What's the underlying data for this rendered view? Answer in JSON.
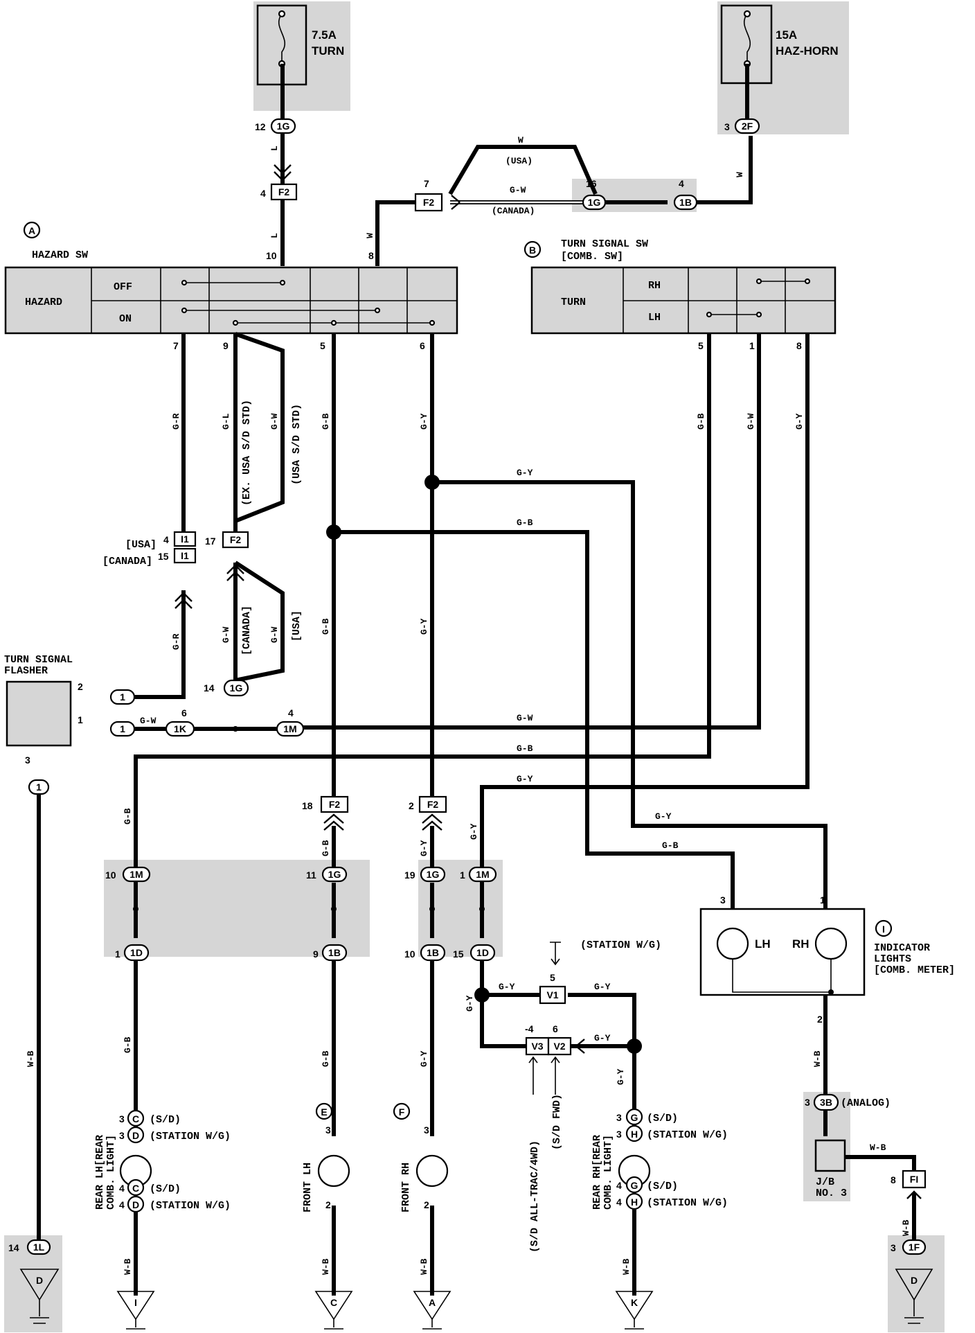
{
  "fuses": {
    "turn": {
      "rating": "7.5A",
      "name": "TURN"
    },
    "haz_horn": {
      "rating": "15A",
      "name": "HAZ-HORN"
    }
  },
  "components": {
    "hazard_sw": {
      "letter": "A",
      "title": "HAZARD SW",
      "label": "HAZARD",
      "pos_off": "OFF",
      "pos_on": "ON"
    },
    "turn_sw": {
      "letter": "B",
      "title": "TURN SIGNAL SW",
      "subtitle": "[COMB. SW]",
      "label": "TURN",
      "pos_rh": "RH",
      "pos_lh": "LH"
    },
    "flasher": {
      "title1": "TURN SIGNAL",
      "title2": "FLASHER"
    },
    "indicator": {
      "letter": "I",
      "title1": "INDICATOR",
      "title2": "LIGHTS",
      "title3": "[COMB. METER]",
      "lh": "LH",
      "rh": "RH"
    },
    "front_lh": {
      "letter": "E",
      "label": "FRONT LH"
    },
    "front_rh": {
      "letter": "F",
      "label": "FRONT RH"
    },
    "rear_lh": {
      "label1": "REAR LH[REAR",
      "label2": "COMB. LIGHT]"
    },
    "rear_rh": {
      "label1": "REAR RH[REAR",
      "label2": "COMB. LIGHT]"
    },
    "jb3": {
      "line1": "J/B",
      "line2": "NO. 3"
    }
  },
  "conditions": {
    "usa": "(USA)",
    "usa_b": "[USA]",
    "canada": "(CANADA)",
    "canada_b": "[CANADA]",
    "ex_usa_sd_std": "(EX. USA S/D STD)",
    "usa_sd_std": "(USA S/D STD)",
    "sd": "(S/D)",
    "station_wg": "(STATION W/G)",
    "analog": "(ANALOG)",
    "sd_alltrac": "(S/D ALL-TRAC/4WD)",
    "sd_fwd": "(S/D FWD)"
  },
  "wire_colors": {
    "l": "L",
    "w": "W",
    "gw": "G-W",
    "gr": "G-R",
    "gl": "G-L",
    "gb": "G-B",
    "gy": "G-Y",
    "wb": "W-B"
  },
  "connectors": {
    "c1g": "1G",
    "c2f": "2F",
    "cf2": "F2",
    "c1b": "1B",
    "ci1": "I1",
    "c1": "1",
    "c1k": "1K",
    "c1m": "1M",
    "c1d": "1D",
    "cv1": "V1",
    "cv2": "V2",
    "cv3": "V3",
    "cc": "C",
    "cd": "D",
    "cg": "G",
    "ch": "H",
    "c3b": "3B",
    "cfi": "FI",
    "c1f": "1F",
    "c1l": "1L"
  },
  "pins": {
    "p1": "1",
    "p2": "2",
    "p3": "3",
    "p4": "4",
    "p5": "5",
    "p6": "6",
    "p7": "7",
    "p8": "8",
    "p9": "9",
    "p10": "10",
    "p11": "11",
    "p12": "12",
    "p14": "14",
    "p15": "15",
    "p16": "16",
    "p17": "17",
    "p18": "18",
    "p19": "19",
    "pm4": "-4"
  },
  "grounds": {
    "g_d": "D",
    "g_i": "I",
    "g_c": "C",
    "g_a": "A",
    "g_k": "K"
  }
}
